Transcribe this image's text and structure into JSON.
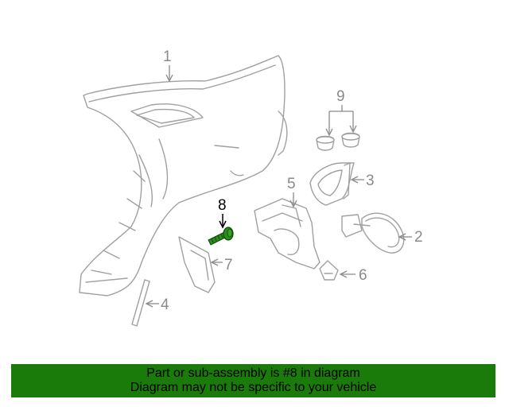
{
  "callouts": {
    "c1": "1",
    "c2": "2",
    "c3": "3",
    "c4": "4",
    "c5": "5",
    "c6": "6",
    "c7": "7",
    "c8": "8",
    "c9": "9"
  },
  "highlight_color": "#2d8a1f",
  "banner": {
    "line1": "Part or sub-assembly is #8 in diagram",
    "line2": "Diagram may not be specific to your vehicle",
    "background": "#1a7a0a"
  }
}
